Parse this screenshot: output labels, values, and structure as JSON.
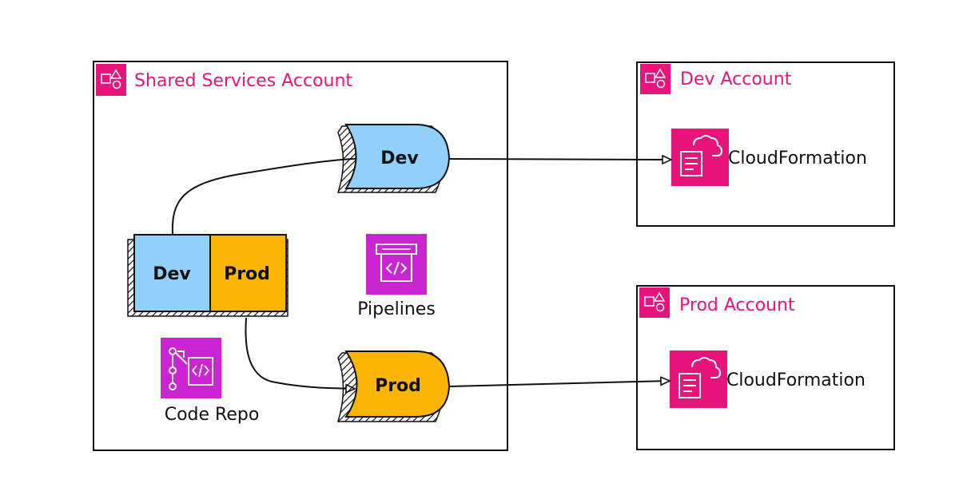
{
  "accounts": {
    "shared": {
      "title": "Shared Services Account"
    },
    "dev": {
      "title": "Dev Account",
      "service_label": "CloudFormation"
    },
    "prod": {
      "title": "Prod Account",
      "service_label": "CloudFormation"
    }
  },
  "branches": {
    "dev_label": "Dev",
    "prod_label": "Prod"
  },
  "stages": {
    "dev_label": "Dev",
    "prod_label": "Prod"
  },
  "services": {
    "pipelines_label": "Pipelines",
    "repo_label": "Code Repo"
  },
  "colors": {
    "account_pink": "#e7157b",
    "devtools_purple": "#c925d1",
    "dev_blue": "#90d0fb",
    "prod_orange": "#fbb507",
    "stroke": "#111111"
  },
  "icons": {
    "account_group": "account-group-icon",
    "cloudformation": "cloudformation-icon",
    "codepipeline": "codepipeline-icon",
    "coderepo": "codecommit-icon"
  }
}
